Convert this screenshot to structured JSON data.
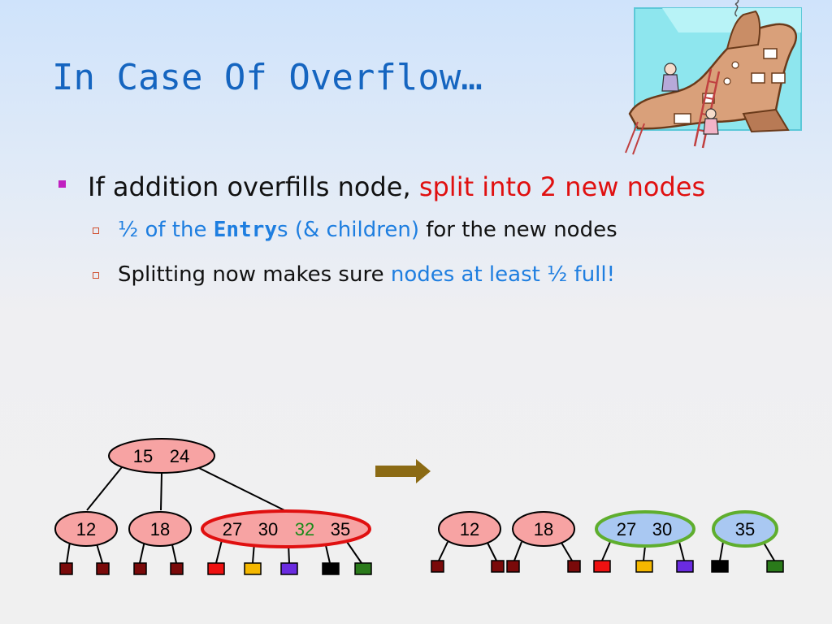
{
  "slide": {
    "title": "In Case Of Overflow…"
  },
  "bullets": {
    "main": {
      "prefix": "If addition overfills node, ",
      "highlight": "split into 2 new nodes"
    },
    "sub1": {
      "part1": "½ of the ",
      "code": "Entry",
      "part2": "s (& children)",
      "part3": " for the new nodes"
    },
    "sub2": {
      "prefix": "Splitting now makes sure ",
      "highlight": "nodes at least ½ full!"
    }
  },
  "diagram": {
    "before": {
      "root": {
        "keys": [
          "15",
          "24"
        ]
      },
      "children": [
        {
          "keys": [
            "12"
          ]
        },
        {
          "keys": [
            "18"
          ]
        },
        {
          "keys": [
            "27",
            "30",
            "32",
            "35"
          ],
          "new_key": "32"
        }
      ]
    },
    "after": {
      "nodes": [
        {
          "keys": [
            "12"
          ]
        },
        {
          "keys": [
            "18"
          ]
        },
        {
          "keys": [
            "27",
            "30"
          ]
        },
        {
          "keys": [
            "35"
          ]
        }
      ]
    },
    "colors": {
      "node_fill": "#f7a3a3",
      "highlight_node_fill": "#a9c8f2",
      "overflow_border": "#e01010",
      "split_border": "#5fae2e",
      "arrow": "#8b6a14",
      "new_key_color": "#1a8a1a",
      "leaf_darkred": "#7a0a0a",
      "leaf_red": "#ee1111",
      "leaf_yellow": "#f5b800",
      "leaf_purple": "#6a2be0",
      "leaf_black": "#000000",
      "leaf_green": "#2a7a1a"
    }
  },
  "clipart": {
    "icon": "shoe-house-icon"
  }
}
